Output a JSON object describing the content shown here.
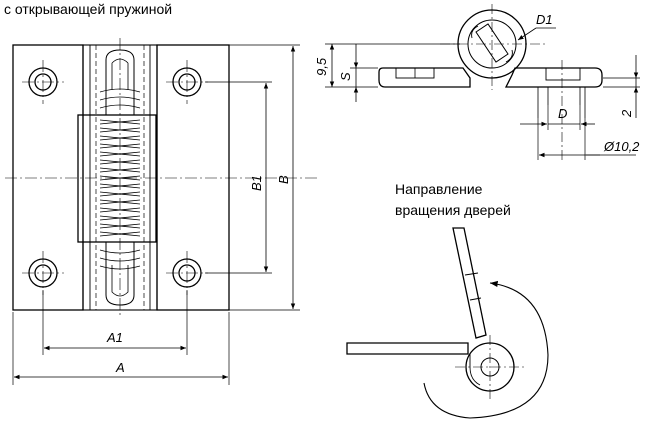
{
  "caption": "с открывающей пружиной",
  "rotation_label": {
    "line1": "Направление",
    "line2": "вращения дверей"
  },
  "dimensions": {
    "A": "A",
    "A1": "A1",
    "B": "B",
    "B1": "B1",
    "D": "D",
    "D1": "D1",
    "S": "S",
    "height": "9,5",
    "thickness": "2",
    "diameter": "Ø10,2"
  }
}
